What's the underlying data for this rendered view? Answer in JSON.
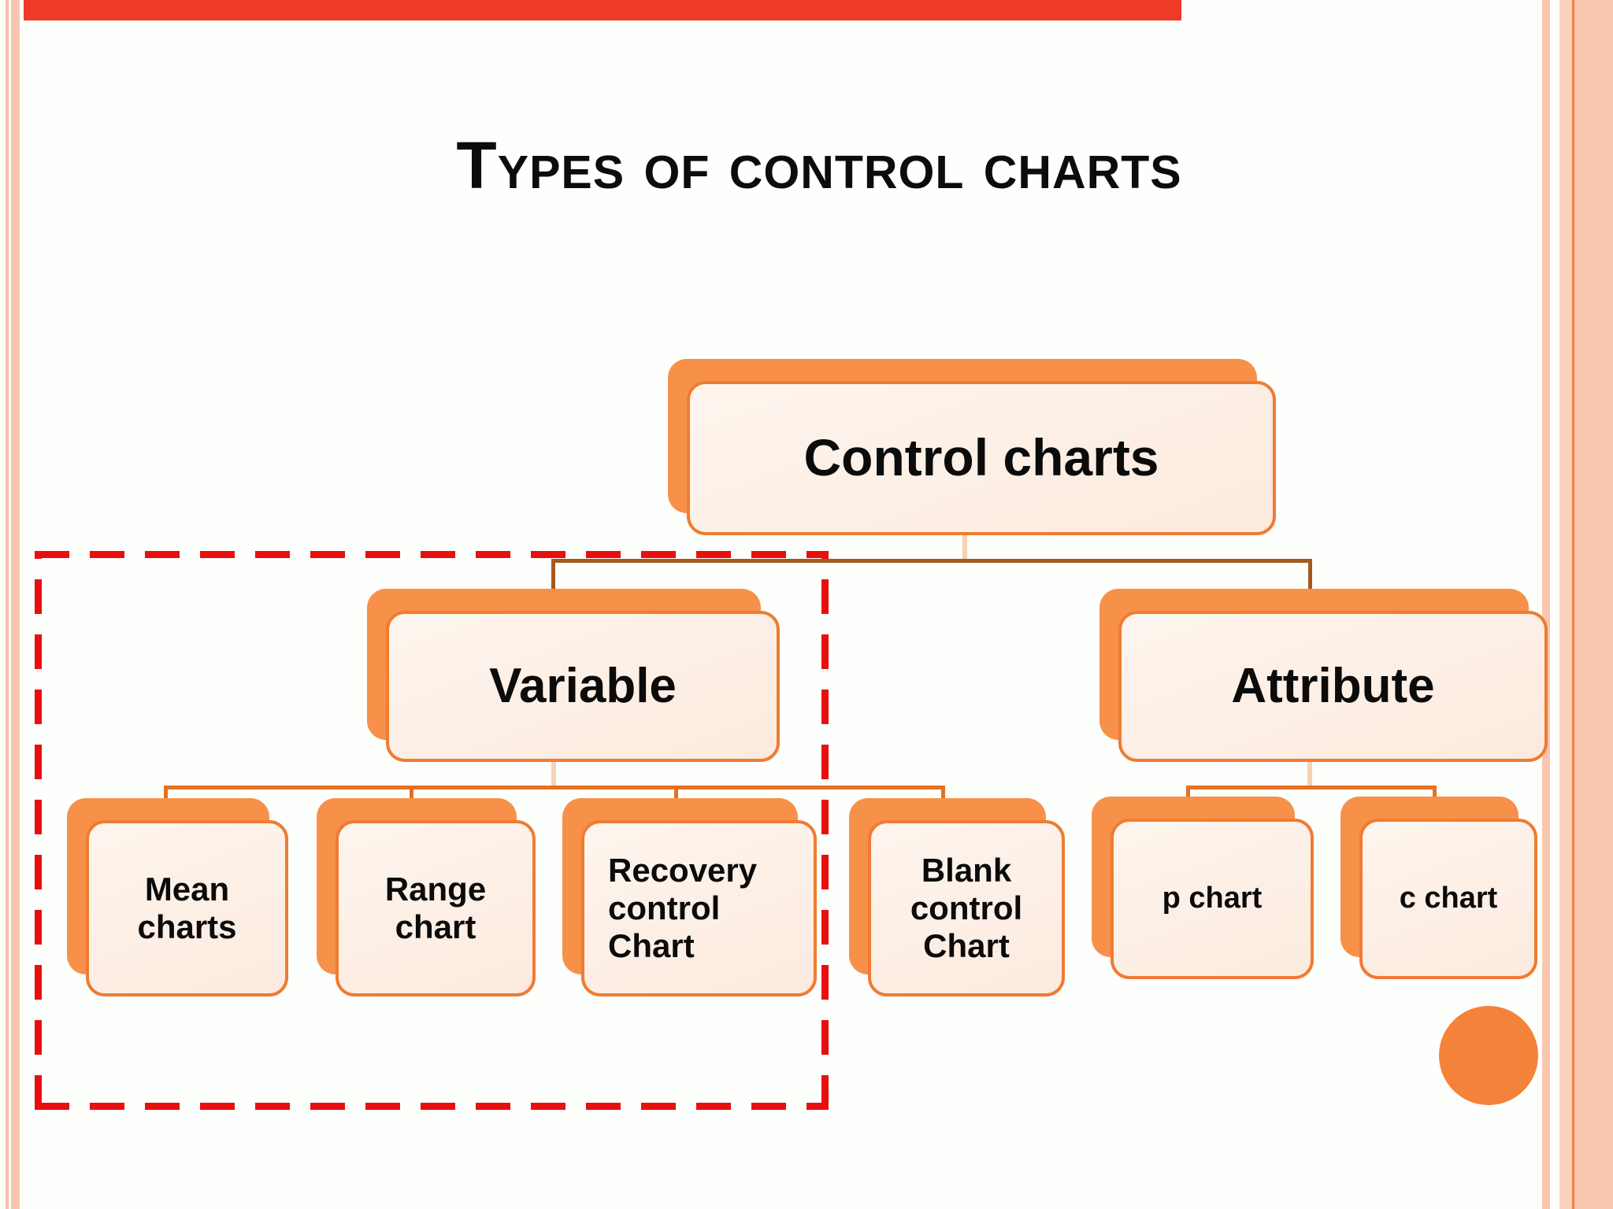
{
  "slide": {
    "title": "Types of control charts"
  },
  "diagram": {
    "root": {
      "label": "Control charts"
    },
    "branches": [
      {
        "label": "Variable",
        "children": [
          {
            "label": "Mean charts"
          },
          {
            "label": "Range chart"
          },
          {
            "label": "Recovery control Chart"
          },
          {
            "label": "Blank control Chart"
          }
        ]
      },
      {
        "label": "Attribute",
        "children": [
          {
            "label": "p chart"
          },
          {
            "label": "c chart"
          }
        ]
      }
    ]
  },
  "colors": {
    "shadow_orange": "#f7914a",
    "border_orange": "#ee7c33",
    "connector_dark": "#a5591e",
    "connector_bright": "#e5701f",
    "connector_pale": "#f8d2b4",
    "dash_red": "#e90f0f",
    "circle_orange": "#f5823a",
    "progress_red": "#ee3a26",
    "stripe_thin": "#f7c0a6",
    "stripe_band": "#f8c6ae",
    "stripe_line": "#ef8049",
    "band_light": "#fbd2bd"
  }
}
